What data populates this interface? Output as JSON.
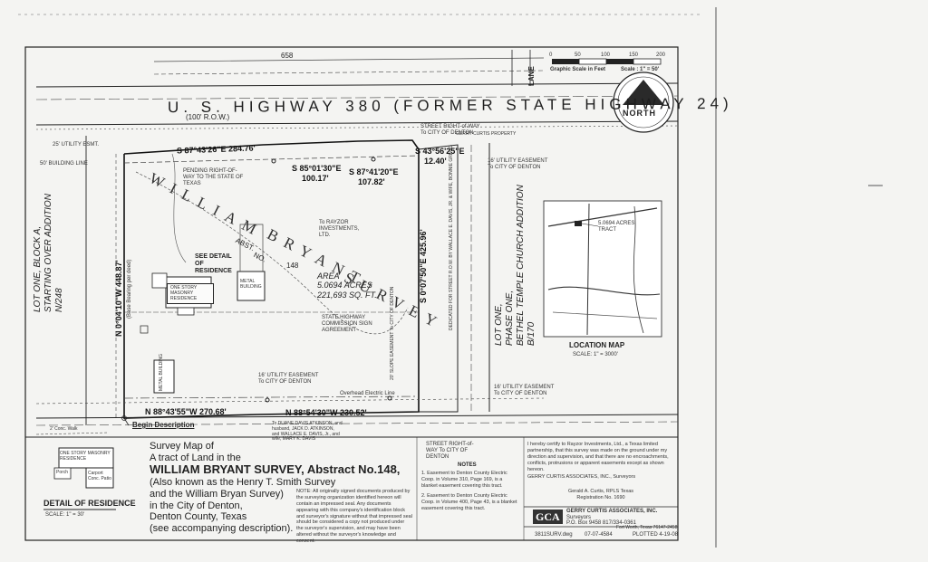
{
  "sheet": {
    "highway": "U. S.   HIGHWAY   380   (FORMER  STATE  HIGHWAY  24)",
    "highway_row": "(100' R.O.W.)",
    "survey_watermark_1": "WILLIAM",
    "survey_watermark_2": "BRYANT",
    "survey_watermark_3": "SURVEY",
    "abstract_label": "ABST.",
    "abstract_no_label": "NO.",
    "abstract_no": "148",
    "north": "NORTH",
    "scale_bar": {
      "ticks": [
        "0",
        "50",
        "100",
        "150",
        "200"
      ],
      "label": "Graphic Scale in Feet",
      "scale": "Scale : 1\" = 50'"
    },
    "lane": "LANE",
    "top_dimension": "658"
  },
  "bearings": {
    "b1": "S 87°43'26\"E  284.76'",
    "b2": "S 85°01'30\"E",
    "b2_dist": "100.17'",
    "b3": "S 87°41'20\"E",
    "b3_dist": "107.82'",
    "b4": "S 43°56'25\"E",
    "b4_dist": "12.40'",
    "b5": "N 0°04'10\"W  448.87'",
    "b5_note": "(Base Bearing per deed)",
    "b6": "S 0°07'50\"E  425.96'",
    "b7": "N 88°43'55\"W  270.68'",
    "b8": "N 88°54'30\"W  230.52'"
  },
  "area": {
    "title": "AREA",
    "acres": "5.0694 ACRES",
    "sqft": "221,693 SQ. FT."
  },
  "labels": {
    "utility_easement": "25' UTILITY ESMT.",
    "building_line": "50' BUILDING LINE",
    "pending_row": "PENDING RIGHT-OF-WAY TO THE STATE OF TEXAS",
    "see_detail": "SEE DETAIL OF RESIDENCE",
    "one_story": "ONE STORY MASONRY RESIDENCE",
    "metal_building": "METAL BUILDING",
    "rayzor": "To RAYZOR INVESTMENTS, LTD.",
    "street_row_top": "STREET RIGHT-of-WAY To CITY OF DENTON",
    "street_row_bottom": "STREET RIGHT-of-WAY To CITY OF DENTON",
    "utility_16": "16' UTILITY EASEMENT To CITY OF DENTON",
    "state_highway_sign": "STATE HIGHWAY COMMISSION SIGN AGREEMENT",
    "overhead_electric": "Overhead Electric Line",
    "begin": "Begin Description",
    "to_duane": "To DUANE DAVIS ATKINSON, and husband, JACK D. ATKINSON, and WALLACE E. DAVIS, Jr., and wife, MARY K. DAVIS",
    "dedicated_street": "DEDICATED FOR STREET R.O.W. BY WALLACE E. DAVIS, JR. & WIFE, BONNIE GREGG",
    "slope_easement": "20' SLOPE EASEMENT To CITY OF DENTON",
    "gerry_curtis": "GERRY CURTIS PROPERTY",
    "denton_county_1": "LOT ONE, BLOCK A,",
    "denton_county_2": "STARTING OVER ADDITION",
    "denton_county_3": "N/248",
    "bethel_1": "LOT ONE,",
    "bethel_2": "PHASE ONE,",
    "bethel_3": "BETHEL TEMPLE CHURCH ADDITION",
    "bethel_4": "B/170"
  },
  "location_map": {
    "title": "LOCATION MAP",
    "scale": "SCALE: 1\" = 3000'",
    "tract": "5.0694 ACRES TRACT"
  },
  "detail": {
    "title": "DETAIL OF RESIDENCE",
    "scale": "SCALE: 1\" = 30'",
    "residence": "ONE STORY MASONRY RESIDENCE",
    "walk": "2' Conc. Walk",
    "carport": "Carport Conc. Patio",
    "porch": "Porch"
  },
  "title_block": {
    "line1": "Survey Map of",
    "line2": "A tract of Land in the",
    "line3": "WILLIAM BRYANT SURVEY, Abstract No.148,",
    "line4": "(Also known as the Henry T. Smith Survey",
    "line5": "and the William Bryan Survey)",
    "line6": "in the City of Denton,",
    "line7": "Denton County, Texas",
    "line8": "(see accompanying description)."
  },
  "notes": {
    "title": "NOTES",
    "n1": "1. Easement to Denton County Electric Coop. in Volume 310, Page 169, is a blanket easement covering this tract.",
    "n2": "2. Easement to Denton County Electric Coop. in Volume 400, Page 43, is a blanket easement covering this tract.",
    "note_left": "NOTE: All originally signed documents produced by the surveying organization identified hereon will contain an impressed seal. Any documents appearing with this company's identification block and surveyor's signature without that impressed seal should be considered a copy not produced under the surveyor's supervision, and may have been altered without the surveyor's knowledge and consent.",
    "certification": "I hereby certify to Rayzor Investments, Ltd., a Texas limited partnership, that this survey was made on the ground under my direction and supervision, and that there are no encroachments, conflicts, protrusions or apparent easements except as shown hereon.",
    "company_sign": "GERRY CURTIS ASSOCIATES, INC., Surveyors",
    "rpls": "Gerald A. Curtis, RPLS Texas Registration No. 1690"
  },
  "firm": {
    "logo": "GCA",
    "name": "GERRY CURTIS ASSOCIATES, INC.",
    "role": "Surveyors",
    "address1": "P.O. Box 9458   817/334-0361",
    "address2": "Fort Worth, Texas  76147-2458"
  },
  "footer": {
    "file": "3811SURV.dwg",
    "job": "07-07-4584",
    "plotted": "PLOTTED 4-19-08"
  }
}
